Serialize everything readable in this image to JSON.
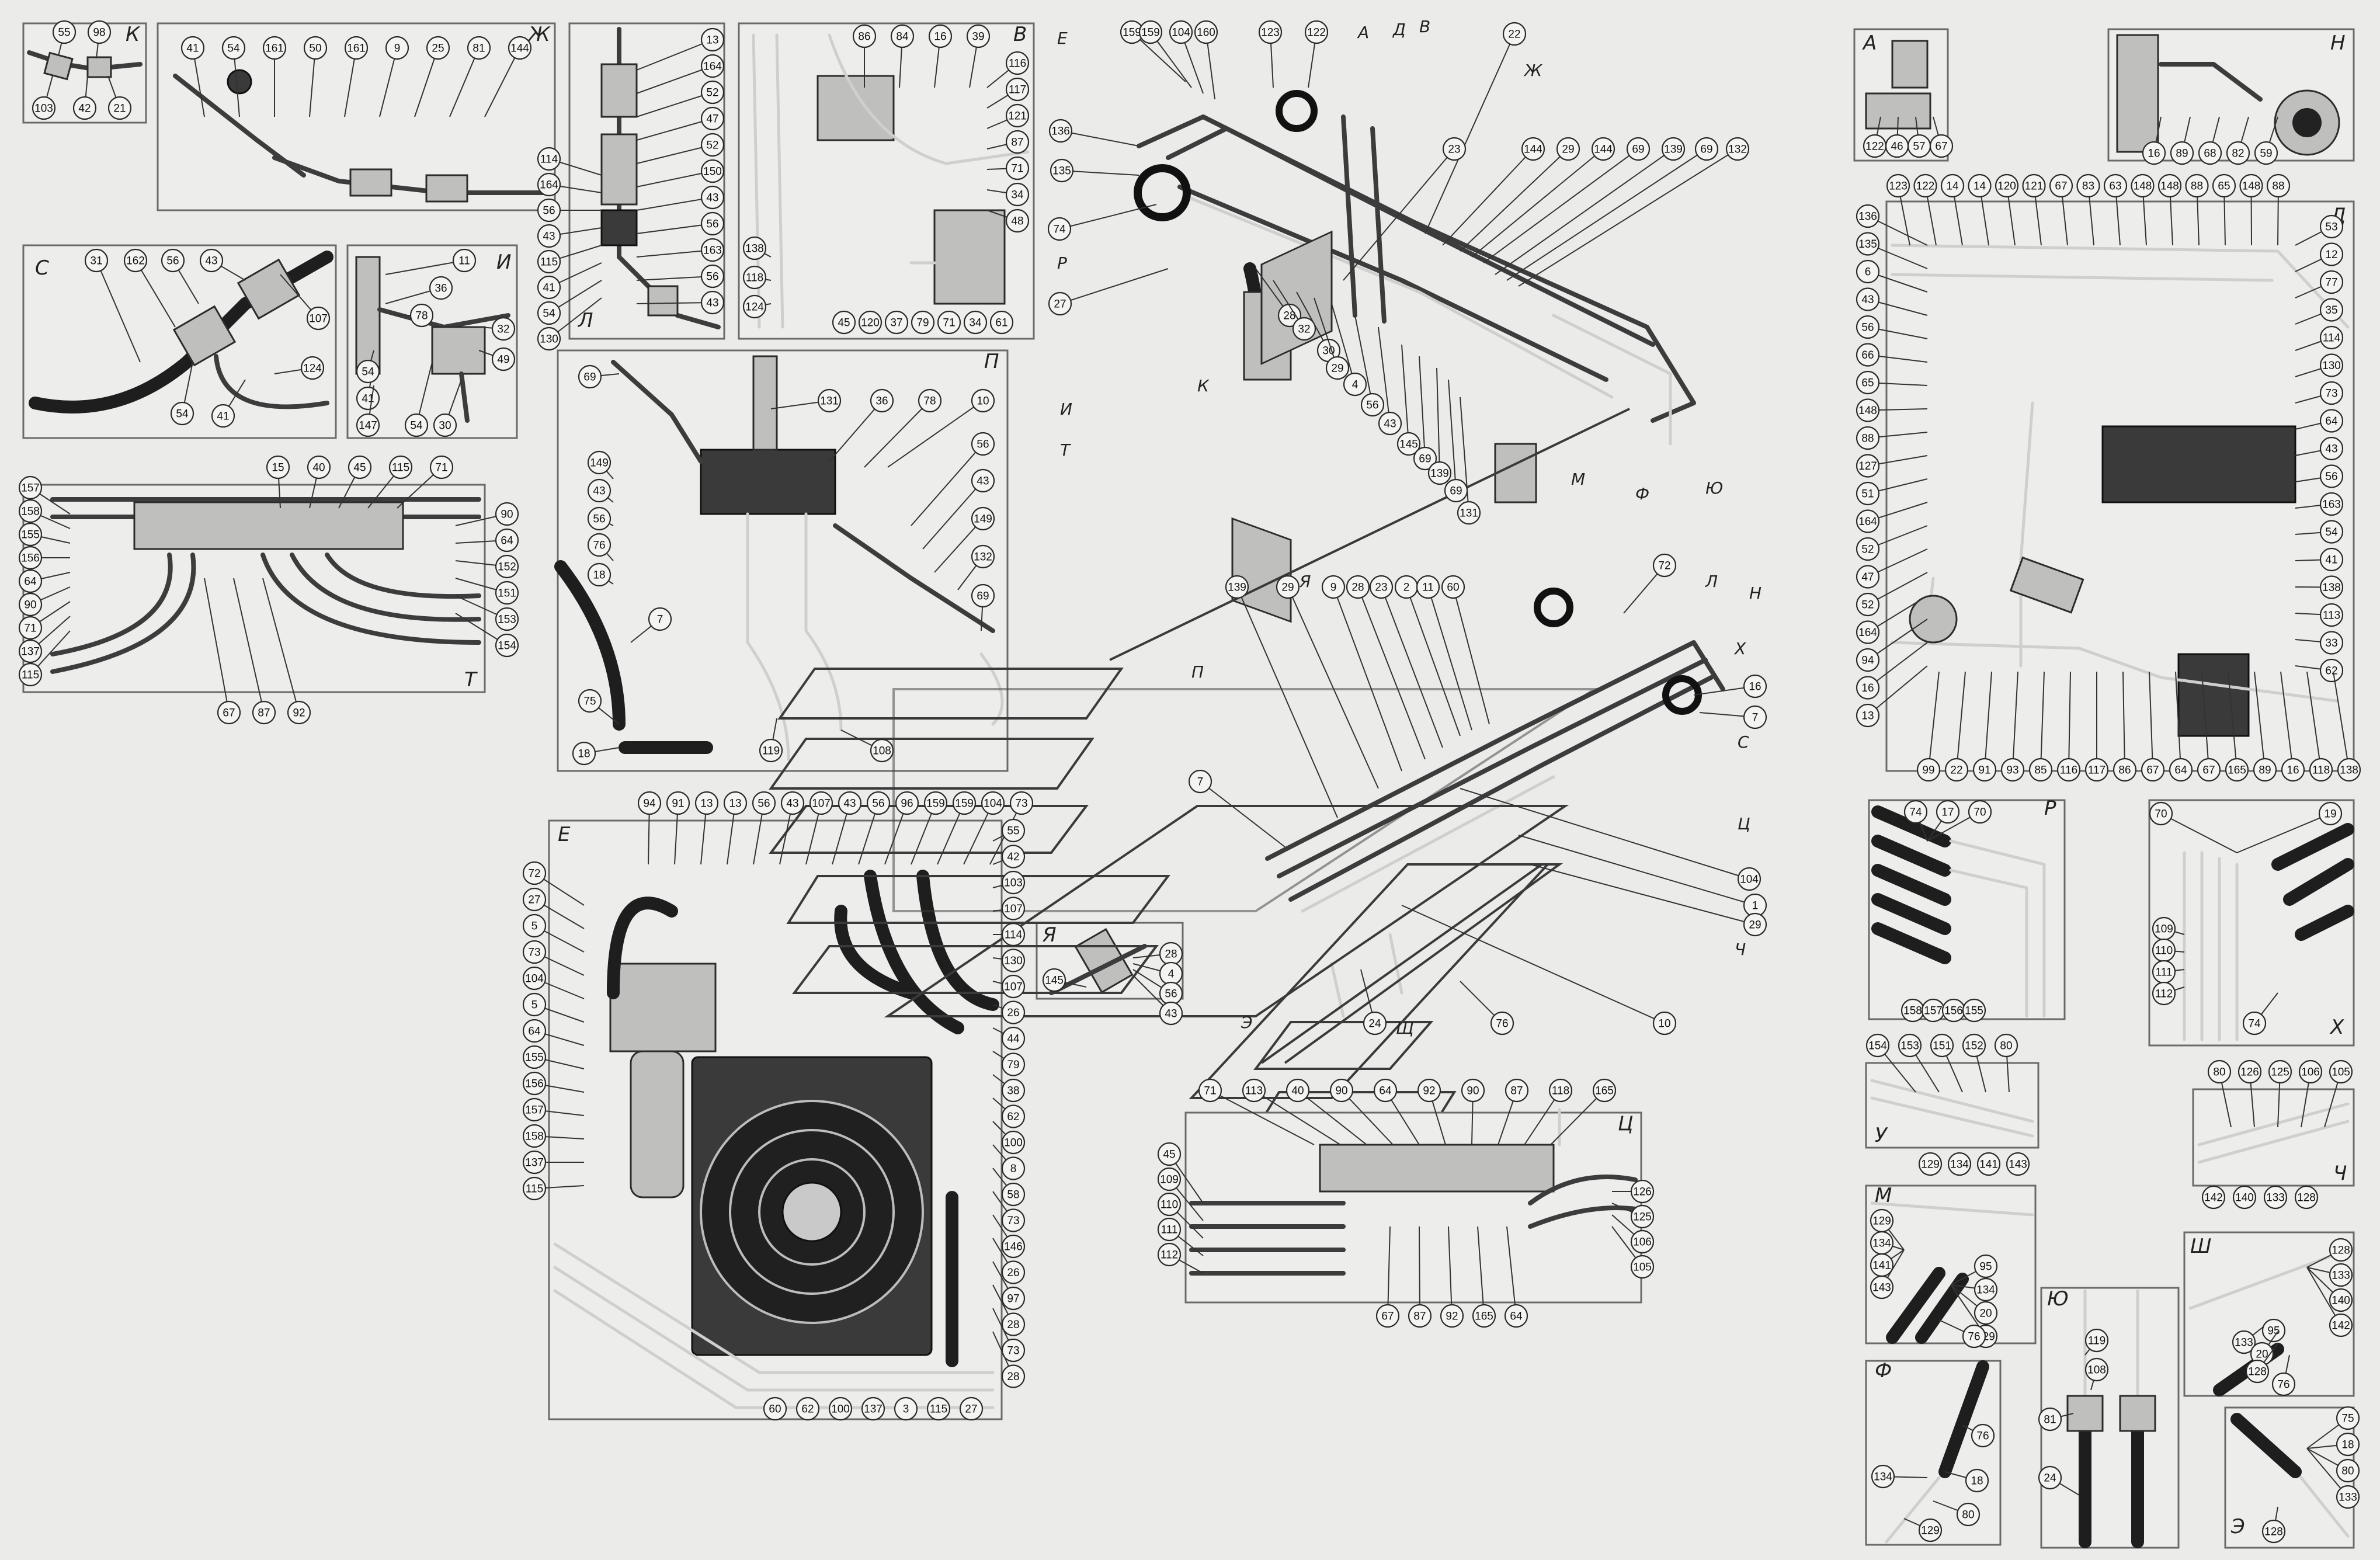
{
  "views": [
    {
      "letter": "К",
      "callouts": [
        "55",
        "98",
        "103",
        "42",
        "21"
      ]
    },
    {
      "letter": "Ж",
      "callouts": [
        "41",
        "54",
        "161",
        "50",
        "161",
        "9",
        "25",
        "81",
        "144"
      ]
    },
    {
      "letter": "Л",
      "callouts": [
        "13",
        "164",
        "52",
        "47",
        "52",
        "150",
        "43",
        "56",
        "163",
        "56",
        "43",
        "114",
        "164",
        "56",
        "43",
        "115",
        "41",
        "54",
        "130"
      ]
    },
    {
      "letter": "В",
      "callouts": [
        "86",
        "84",
        "16",
        "39",
        "116",
        "117",
        "121",
        "87",
        "71",
        "34",
        "48",
        "61",
        "34",
        "71",
        "79",
        "37",
        "120",
        "45",
        "138",
        "118",
        "124"
      ]
    },
    {
      "letter": "С",
      "callouts": [
        "31",
        "162",
        "56",
        "43",
        "107",
        "124",
        "54",
        "41"
      ]
    },
    {
      "letter": "И",
      "callouts": [
        "11",
        "36",
        "32",
        "49",
        "30",
        "54",
        "78",
        "41",
        "147",
        "54"
      ]
    },
    {
      "letter": "П",
      "callouts": [
        "131",
        "36",
        "78",
        "10",
        "56",
        "43",
        "149",
        "132",
        "69",
        "108",
        "119",
        "7",
        "75",
        "18",
        "18",
        "76",
        "56",
        "43",
        "149",
        "69"
      ]
    },
    {
      "letter": "Т",
      "callouts": [
        "15",
        "40",
        "45",
        "115",
        "71",
        "90",
        "64",
        "152",
        "151",
        "153",
        "154",
        "157",
        "158",
        "155",
        "156",
        "64",
        "90",
        "71",
        "137",
        "115",
        "67",
        "87",
        "92"
      ]
    },
    {
      "letter": "Е",
      "callouts": [
        "94",
        "91",
        "13",
        "13",
        "56",
        "43",
        "107",
        "43",
        "56",
        "96",
        "159",
        "159",
        "104",
        "73",
        "55",
        "42",
        "103",
        "107",
        "114",
        "130",
        "107",
        "26",
        "44",
        "79",
        "38",
        "62",
        "100",
        "8",
        "58",
        "73",
        "146",
        "26",
        "97",
        "28",
        "73",
        "28",
        "27",
        "115",
        "3",
        "137",
        "100",
        "62",
        "60",
        "115",
        "137",
        "158",
        "157",
        "156",
        "155",
        "64",
        "5",
        "104",
        "73",
        "5",
        "27",
        "72"
      ]
    },
    {
      "letter": "Я",
      "callouts": [
        "28",
        "4",
        "56",
        "43",
        "145"
      ]
    },
    {
      "letter": "Ц",
      "callouts": [
        "71",
        "113",
        "40",
        "90",
        "64",
        "92",
        "90",
        "87",
        "118",
        "165",
        "45",
        "109",
        "110",
        "111",
        "112",
        "126",
        "125",
        "106",
        "105",
        "67",
        "87",
        "92",
        "165",
        "64"
      ]
    },
    {
      "letter": "А",
      "callouts": [
        "122",
        "46",
        "57",
        "67"
      ]
    },
    {
      "letter": "Н",
      "callouts": [
        "16",
        "89",
        "68",
        "82",
        "59"
      ]
    },
    {
      "letter": "Д",
      "callouts": [
        "123",
        "122",
        "14",
        "14",
        "120",
        "121",
        "67",
        "83",
        "63",
        "148",
        "148",
        "88",
        "65",
        "148",
        "88",
        "136",
        "135",
        "6",
        "43",
        "56",
        "66",
        "65",
        "148",
        "88",
        "127",
        "51",
        "164",
        "52",
        "47",
        "52",
        "164",
        "94",
        "16",
        "13",
        "53",
        "12",
        "77",
        "35",
        "114",
        "130",
        "73",
        "64",
        "43",
        "56",
        "163",
        "54",
        "41",
        "138",
        "113",
        "33",
        "62",
        "99",
        "22",
        "91",
        "93",
        "85",
        "116",
        "117",
        "86",
        "67",
        "64",
        "67",
        "165",
        "89",
        "16",
        "118",
        "138"
      ]
    },
    {
      "letter": "Р",
      "callouts": [
        "74",
        "17",
        "70",
        "158",
        "157",
        "156",
        "155"
      ]
    },
    {
      "letter": "Х",
      "callouts": [
        "70",
        "19",
        "109",
        "110",
        "111",
        "112",
        "74"
      ]
    },
    {
      "letter": "У",
      "callouts": [
        "154",
        "153",
        "151",
        "152",
        "80",
        "129",
        "134",
        "141",
        "143"
      ]
    },
    {
      "letter": "Ч",
      "callouts": [
        "80",
        "126",
        "125",
        "106",
        "105",
        "142",
        "140",
        "133",
        "128"
      ]
    },
    {
      "letter": "М",
      "callouts": [
        "129",
        "134",
        "141",
        "143",
        "95",
        "134",
        "20",
        "129",
        "76"
      ]
    },
    {
      "letter": "Ю",
      "callouts": [
        "119",
        "108",
        "81",
        "24"
      ]
    },
    {
      "letter": "Ш",
      "callouts": [
        "128",
        "133",
        "140",
        "142",
        "133",
        "95",
        "20",
        "128",
        "76"
      ]
    },
    {
      "letter": "Ф",
      "callouts": [
        "76",
        "134",
        "18",
        "80",
        "129"
      ]
    },
    {
      "letter": "Э",
      "callouts": [
        "75",
        "18",
        "80",
        "133",
        "128"
      ]
    }
  ],
  "main_top": {
    "callouts": [
      "159",
      "159",
      "104",
      "160",
      "123",
      "122",
      "22",
      "144",
      "29",
      "144",
      "69",
      "139",
      "69",
      "132",
      "23",
      "136",
      "135",
      "74",
      "27",
      "28",
      "32",
      "30",
      "29",
      "4",
      "56",
      "43",
      "145",
      "69",
      "139",
      "69",
      "131"
    ],
    "letters": [
      "Е",
      "А",
      "Д",
      "В",
      "Ж",
      "Р",
      "К",
      "И",
      "Т",
      "М",
      "Ф",
      "Ю"
    ]
  },
  "main_bottom": {
    "callouts": [
      "139",
      "29",
      "9",
      "28",
      "23",
      "2",
      "11",
      "60",
      "72",
      "16",
      "7",
      "104",
      "1",
      "29",
      "10",
      "24",
      "76",
      "7"
    ],
    "letters": [
      "Я",
      "Л",
      "Н",
      "Х",
      "С",
      "Ц",
      "Ч",
      "П",
      "Э",
      "Щ"
    ]
  }
}
